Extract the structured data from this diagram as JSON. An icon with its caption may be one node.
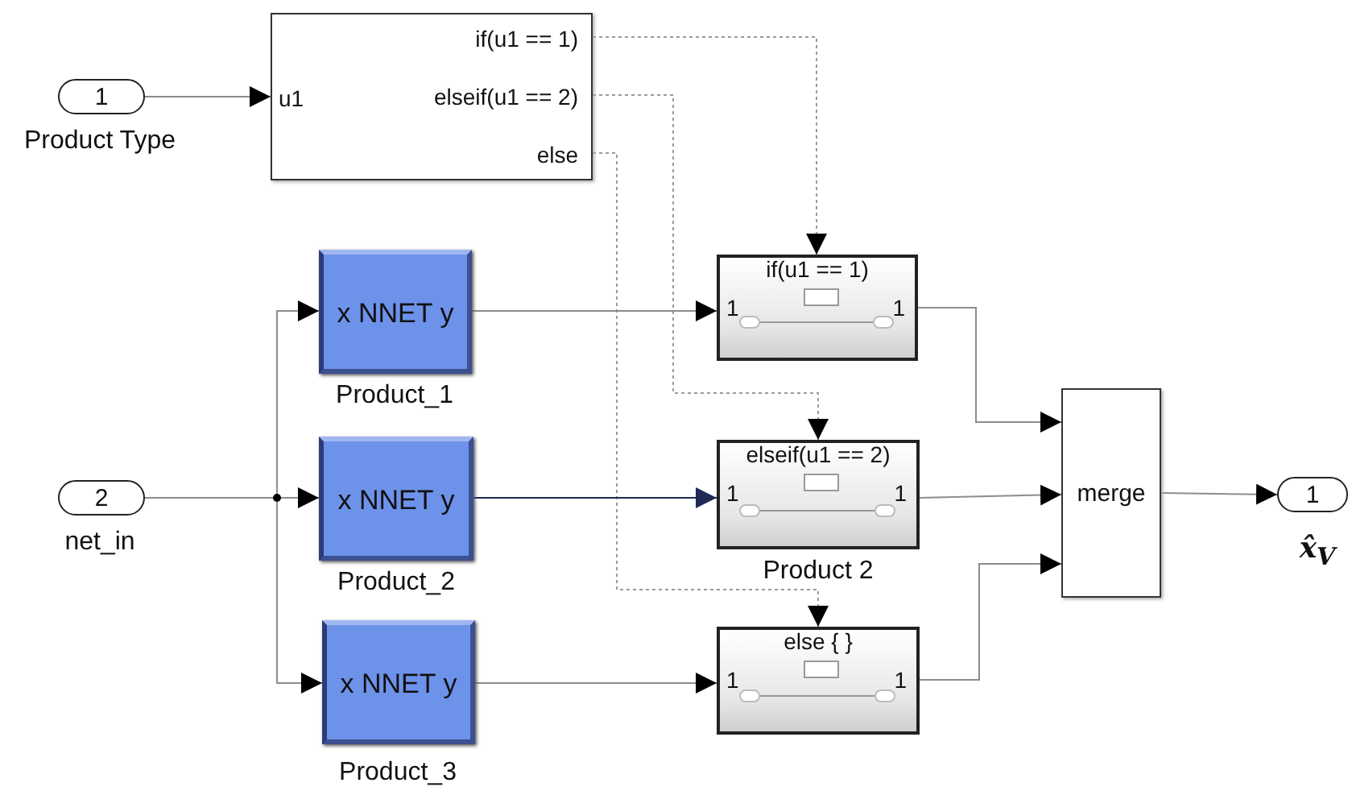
{
  "diagram": {
    "nodes": [
      {
        "text": [
          "1"
        ],
        "beside": [
          "Product Type"
        ]
      },
      {
        "text": [
          "u1",
          "if(u1 ==  1)",
          "elseif(u1 == 2)",
          "else"
        ]
      },
      {
        "text": [
          "2"
        ],
        "beside": [
          "net_in"
        ]
      },
      {
        "text": [
          "x NNET y"
        ],
        "beside": [
          "Product_1"
        ]
      },
      {
        "text": [
          "x NNET y"
        ],
        "beside": [
          "Product_2"
        ]
      },
      {
        "text": [
          "x NNET y"
        ],
        "beside": [
          "Product_3"
        ]
      },
      {
        "text": [
          "if(u1 ==  1)",
          "1",
          "1"
        ]
      },
      {
        "text": [
          "elseif(u1 == 2)",
          "1",
          "1"
        ],
        "beside": [
          "Product 2"
        ]
      },
      {
        "text": [
          "else { }",
          "1",
          "1"
        ]
      },
      {
        "text": [
          "merge"
        ]
      },
      {
        "text": [
          "1"
        ],
        "beside": [
          "x̂$_{V}$"
        ]
      }
    ],
    "edges": [
      {
        "from": 0,
        "to": 1,
        "arrow": "to"
      },
      {
        "from": 1,
        "to": 6,
        "arrow": "to",
        "style": "dashed"
      },
      {
        "from": 1,
        "to": 7,
        "arrow": "to",
        "style": "dashed"
      },
      {
        "from": 1,
        "to": 8,
        "arrow": "to",
        "style": "dashed"
      },
      {
        "from": 2,
        "to": 3,
        "arrow": "to"
      },
      {
        "from": 2,
        "to": 4,
        "arrow": "to"
      },
      {
        "from": 2,
        "to": 5,
        "arrow": "to"
      },
      {
        "from": 3,
        "to": 6,
        "arrow": "to"
      },
      {
        "from": 4,
        "to": 7,
        "arrow": "to",
        "color": "#1f2a55"
      },
      {
        "from": 5,
        "to": 8,
        "arrow": "to"
      },
      {
        "from": 6,
        "to": 9,
        "arrow": "to"
      },
      {
        "from": 7,
        "to": 9,
        "arrow": "to"
      },
      {
        "from": 8,
        "to": 9,
        "arrow": "to"
      },
      {
        "from": 9,
        "to": 10,
        "arrow": "to"
      }
    ]
  }
}
